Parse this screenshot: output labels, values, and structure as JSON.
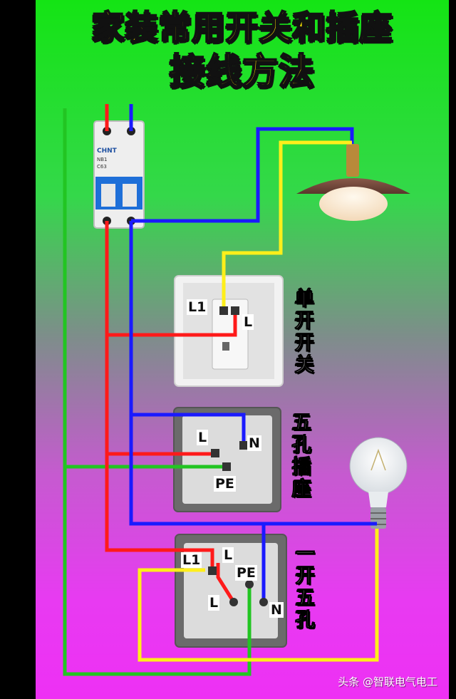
{
  "title": {
    "line1": "家装常用开关和插座",
    "line2": "接线方法"
  },
  "breaker": {
    "brand": "CHNT",
    "model": "NB1",
    "rating": "C63"
  },
  "devices": {
    "switch": {
      "name": "单开开关",
      "terminals": {
        "common": "L1",
        "line": "L"
      }
    },
    "socket": {
      "name": "五孔插座",
      "terminals": {
        "live": "L",
        "neutral": "N",
        "earth": "PE"
      }
    },
    "combo": {
      "name": "一开五孔",
      "terminals": {
        "switch_out": "L1",
        "live": "L",
        "earth": "PE",
        "switch_in": "L",
        "neutral": "N"
      }
    }
  },
  "wire_colors": {
    "live": "#ff1a1a",
    "neutral": "#1a1aff",
    "earth": "#22c522",
    "switched": "#ffef1a"
  },
  "watermark": "头条 @智联电气电工"
}
